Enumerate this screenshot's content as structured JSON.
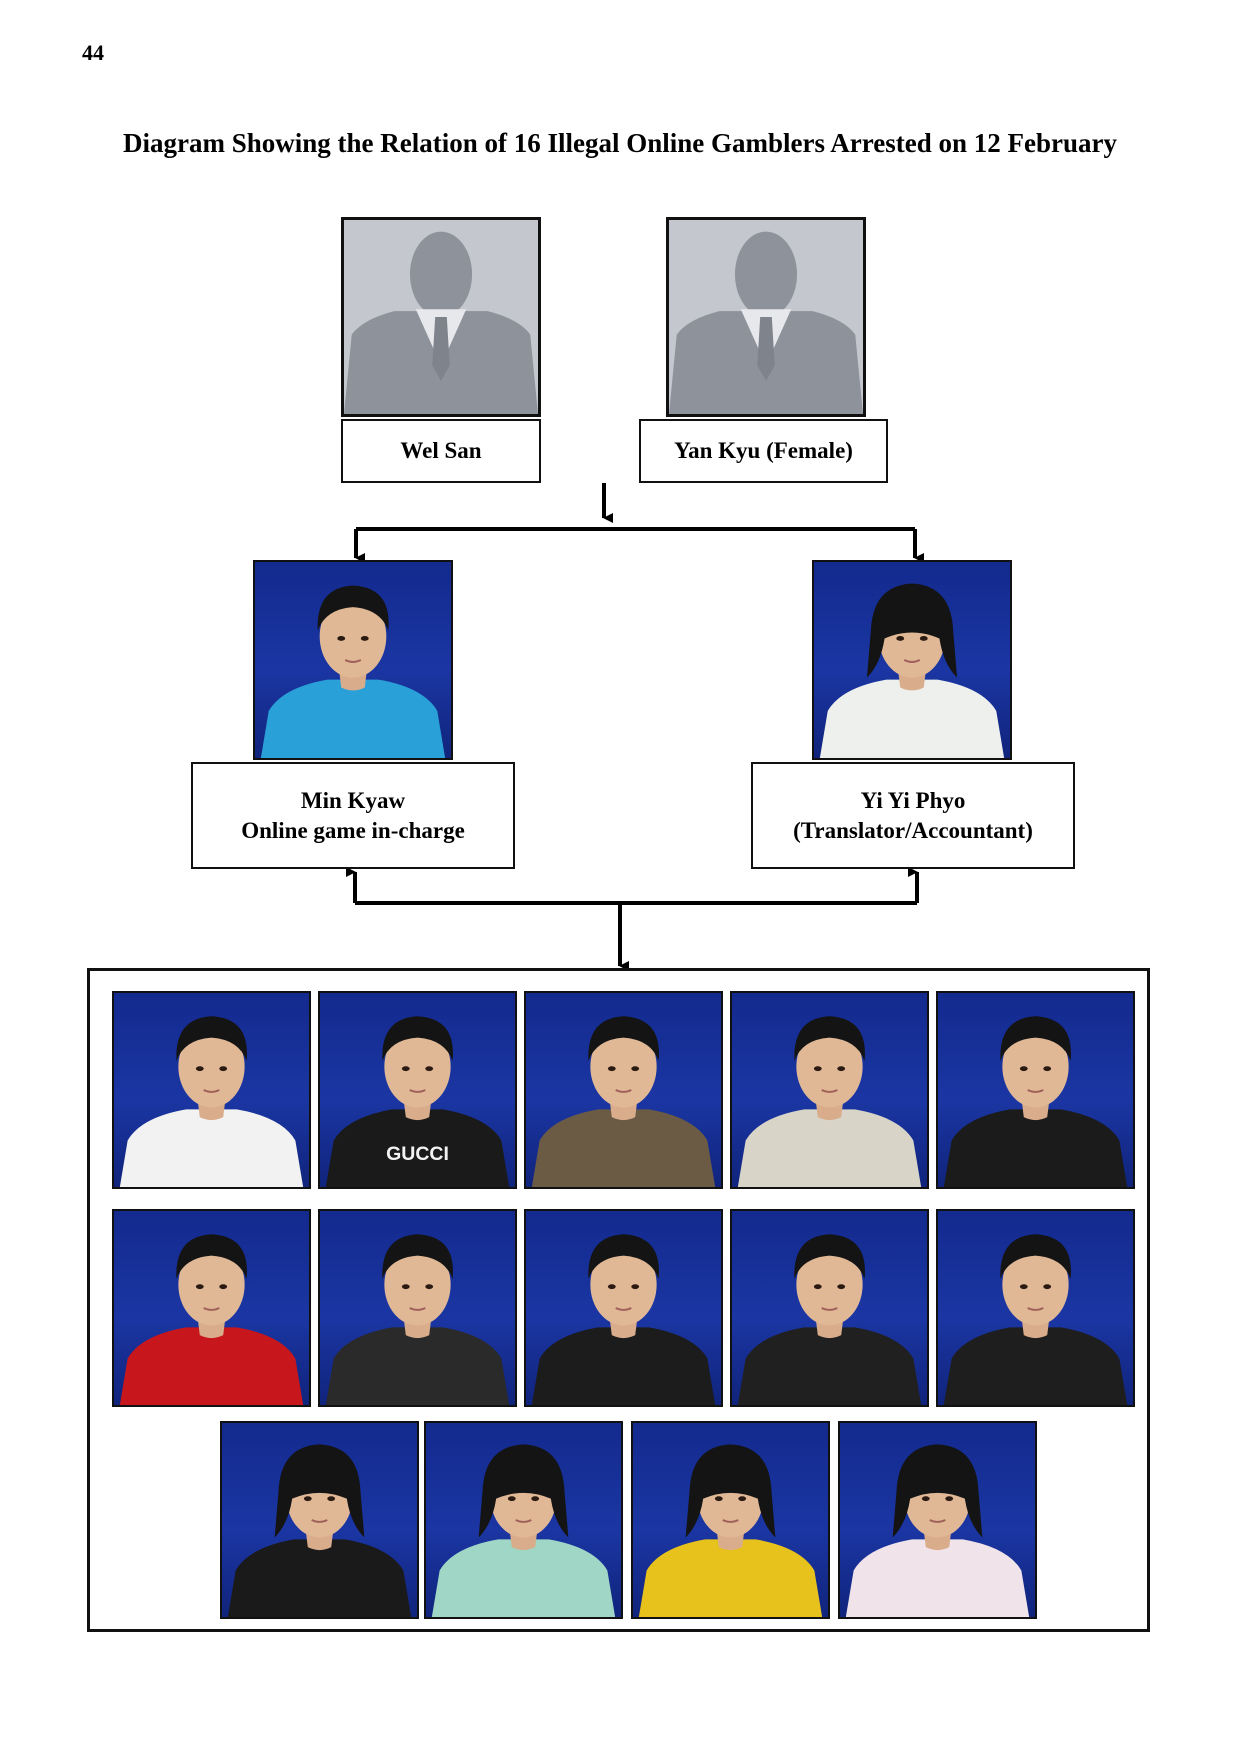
{
  "page": {
    "number": "44"
  },
  "title": "Diagram Showing the Relation of 16 Illegal Online Gamblers Arrested on 12 February",
  "top_row": [
    {
      "name": "Wel San"
    },
    {
      "name": "Yan Kyu (Female)"
    }
  ],
  "middle_row": [
    {
      "name": "Min Kyaw",
      "role": "Online game in-charge",
      "shirt": "#2aa0d8"
    },
    {
      "name": "Yi Yi Phyo",
      "role": "(Translator/Accountant)",
      "shirt": "#eef0ee"
    }
  ],
  "group": {
    "members": [
      {
        "shirt": "#f2f2f2"
      },
      {
        "shirt": "#1a1a1a",
        "print": "GUCCI"
      },
      {
        "shirt": "#6b5b45"
      },
      {
        "shirt": "#d8d4c8"
      },
      {
        "shirt": "#1b1b1b"
      },
      {
        "shirt": "#c8161d"
      },
      {
        "shirt": "#2a2a2a"
      },
      {
        "shirt": "#1c1c1c"
      },
      {
        "shirt": "#202020"
      },
      {
        "shirt": "#1e1e1e"
      },
      {
        "shirt": "#1a1a1a"
      },
      {
        "shirt": "#9fd6c6"
      },
      {
        "shirt": "#e8c21c"
      },
      {
        "shirt": "#f1e3ea"
      }
    ]
  },
  "colors": {
    "photo_background": "#1b36a3",
    "placeholder_background": "#c4c7ce",
    "placeholder_silhouette": "#8e929b",
    "line": "#000000"
  }
}
